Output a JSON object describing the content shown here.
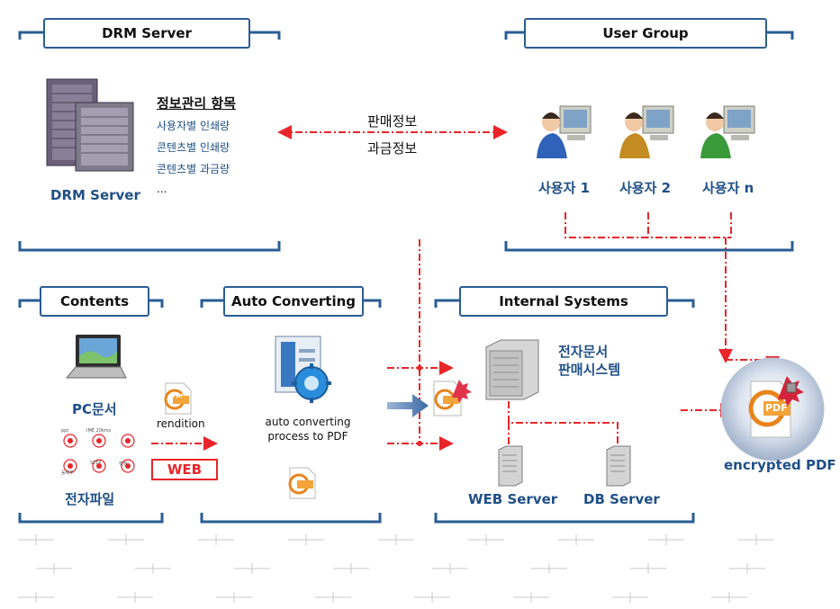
{
  "sections": {
    "drm_server": "DRM Server",
    "user_group": "User Group",
    "contents": "Contents",
    "auto_converting": "Auto Converting",
    "internal_systems": "Internal Systems"
  },
  "drm": {
    "server_label": "DRM Server",
    "info_title": "정보관리 항목",
    "info_items": [
      "사용자별 인쇄량",
      "콘텐츠별 인쇄량",
      "콘텐츠별 과금량",
      "..."
    ]
  },
  "links": {
    "sales_info": "판매정보",
    "billing_info": "과금정보"
  },
  "users": [
    "사용자 1",
    "사용자 2",
    "사용자 n"
  ],
  "contents": {
    "pc_doc": "PC문서",
    "rendition": "rendition",
    "web": "WEB",
    "e_file": "전자파일",
    "file_icon_labels": [
      "ppt",
      "IME 20kms",
      "등록부",
      "STEP",
      "행정"
    ]
  },
  "auto": {
    "caption_line1": "auto converting",
    "caption_line2": "process to PDF"
  },
  "internal": {
    "system_line1": "전자문서",
    "system_line2": "판매시스템",
    "web_server": "WEB Server",
    "db_server": "DB Server"
  },
  "output": {
    "encrypted_pdf": "encrypted PDF",
    "pdf_text": "PDF"
  },
  "colors": {
    "frame": "#2a5d93",
    "arrow": "#e8262a",
    "label_blue": "#1f4f86"
  }
}
